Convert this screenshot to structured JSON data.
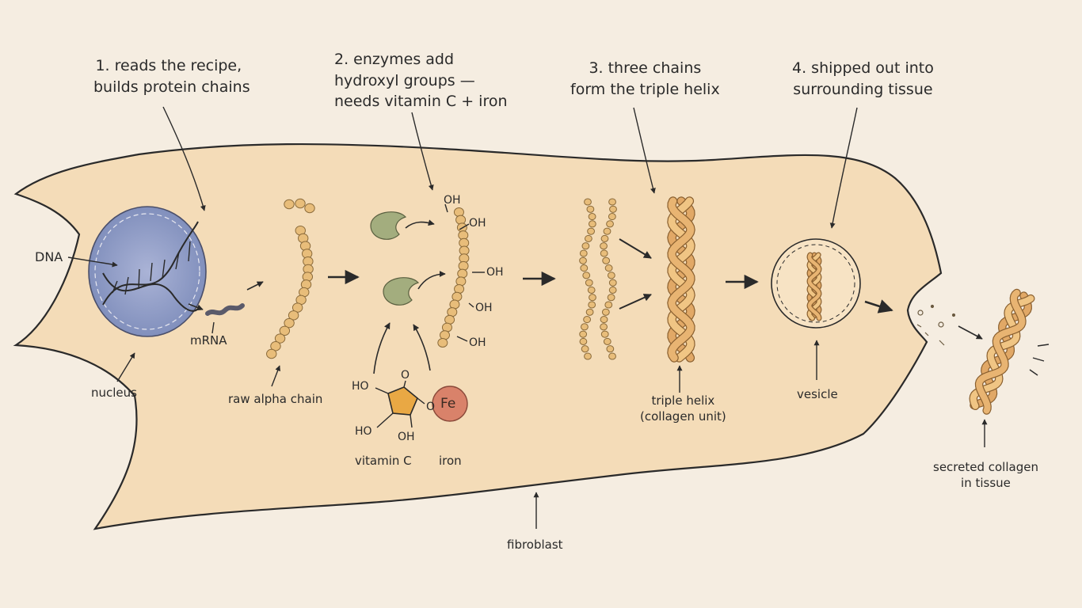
{
  "steps": [
    {
      "line1": "1. reads the recipe,",
      "line2": "builds protein chains"
    },
    {
      "line1": "2. enzymes add",
      "line2": "hydroxyl groups —",
      "line3": "needs vitamin C + iron"
    },
    {
      "line1": "3. three chains",
      "line2": "form the triple helix"
    },
    {
      "line1": "4. shipped out into",
      "line2": "surrounding tissue"
    }
  ],
  "labels": {
    "dna": "DNA",
    "mrna": "mRNA",
    "nucleus": "nucleus",
    "raw_chain": "raw alpha chain",
    "vitamin_c": "vitamin C",
    "iron": "iron",
    "iron_symbol": "Fe",
    "triple_helix_1": "triple helix",
    "triple_helix_2": "(collagen unit)",
    "vesicle": "vesicle",
    "secreted_1": "secreted collagen",
    "secreted_2": "in tissue",
    "fibroblast": "fibroblast"
  },
  "chem": {
    "oh": "OH",
    "ho": "HO",
    "o": "O"
  },
  "colors": {
    "background": "#f5ede1",
    "cell_fill": "#f4dcb8",
    "cell_stroke": "#2a2a2a",
    "nucleus_fill": "#8e9cc4",
    "bead": "#e8bd7a",
    "enzyme": "#a3ad7e",
    "iron": "#d9826a",
    "vitamin_ring": "#e9a844"
  }
}
